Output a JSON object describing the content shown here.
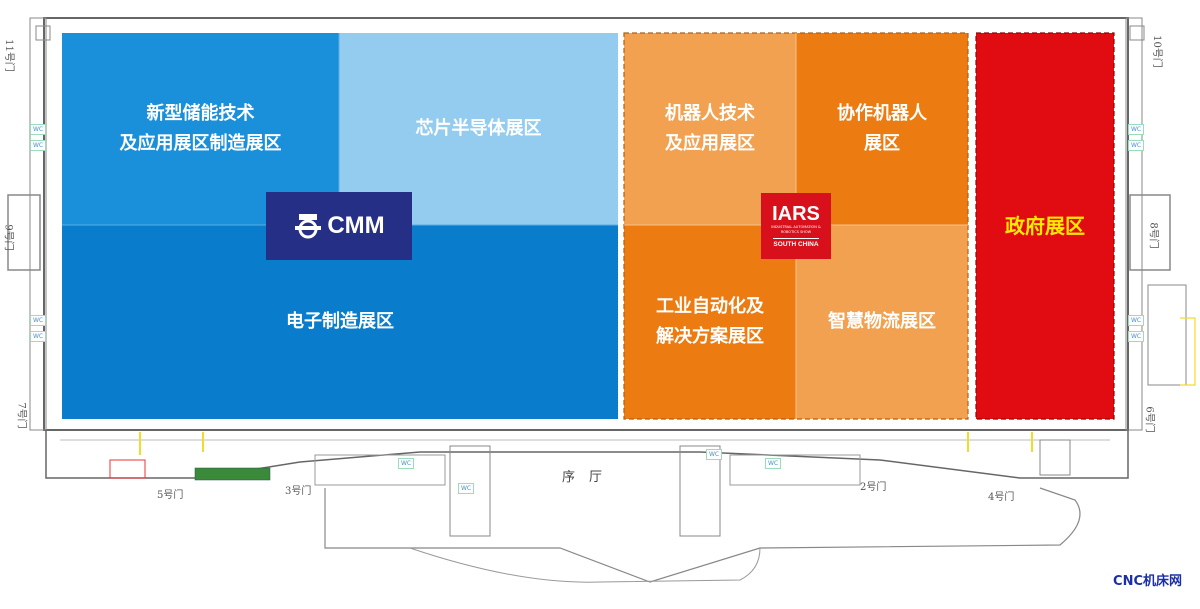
{
  "zones": {
    "energy_storage": "新型储能技术\n及应用展区制造展区",
    "chip": "芯片半导体展区",
    "electronics": "电子制造展区",
    "robot_tech": "机器人技术\n及应用展区",
    "cobot": "协作机器人\n展区",
    "automation": "工业自动化及\n解决方案展区",
    "logistics": "智慧物流展区",
    "government": "政府展区"
  },
  "logos": {
    "cmm": "CMM",
    "iars": "IARS",
    "iars_sub": "INDUSTRIAL AUTOMATION & ROBOTICS SHOW",
    "iars_region": "SOUTH CHINA"
  },
  "gates": {
    "g11": "11号门",
    "g9": "9号门",
    "g7": "7号门",
    "g10": "10号门",
    "g8": "8号门",
    "g6": "6号门",
    "g5": "5号门",
    "g3": "3号门",
    "g2": "2号门",
    "g4": "4号门"
  },
  "wc_label": "WC",
  "hall": "序厅",
  "watermark": "CNC机床网",
  "colors": {
    "blue_dark": "#0a7ccc",
    "blue_mid": "#1a8fda",
    "blue_light": "#94ccf0",
    "orange_light": "#f1a150",
    "orange_dark": "#ec7c12",
    "red": "#e00c12",
    "gov_text": "#ffea00",
    "cmm_bg": "#262f86",
    "iars_bg": "#d8101c"
  }
}
